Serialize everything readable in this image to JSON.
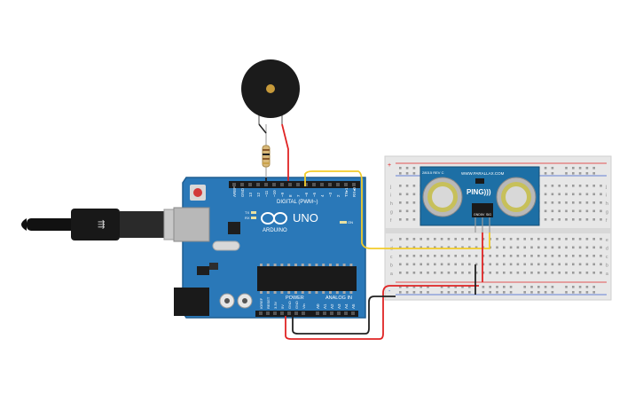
{
  "arduino": {
    "logo_label": "UNO",
    "brand": "ARDUINO",
    "digital_header": "DIGITAL (PWM~)",
    "power_header": "POWER",
    "analog_header": "ANALOG IN",
    "top_pin_labels": [
      "AREF",
      "GND",
      "13",
      "12",
      "~11",
      "~10",
      "~9",
      "8",
      "7",
      "~6",
      "~5",
      "4",
      "~3",
      "2",
      "TX▸1",
      "RX◂0"
    ],
    "bottom_power_labels": [
      "IOREF",
      "RESET",
      "3.3V",
      "5V",
      "GND",
      "GND",
      "Vin"
    ],
    "bottom_analog_labels": [
      "A0",
      "A1",
      "A2",
      "A3",
      "A4",
      "A5"
    ],
    "led_labels": [
      "TX",
      "RX"
    ],
    "on_label": "ON",
    "board_color": "#2a78b8"
  },
  "sensor": {
    "brand": "WWW.PARALLAX.COM",
    "model": "PING)))",
    "pin_labels": [
      "GND",
      "5V",
      "SIG"
    ],
    "part_number": "28015 REV C",
    "board_color": "#1d6fa5"
  },
  "breadboard": {
    "row_letters_top": [
      "j",
      "i",
      "h",
      "g",
      "f"
    ],
    "row_letters_bottom": [
      "e",
      "d",
      "c",
      "b",
      "a"
    ],
    "rail_plus": "+",
    "rail_minus": "-"
  },
  "wires": {
    "signal_color": "#f2cc2a",
    "power_color": "#e02424",
    "ground_color": "#222222"
  },
  "buzzer": {
    "color": "#1b1b1b",
    "center_color": "#c79a3a"
  }
}
